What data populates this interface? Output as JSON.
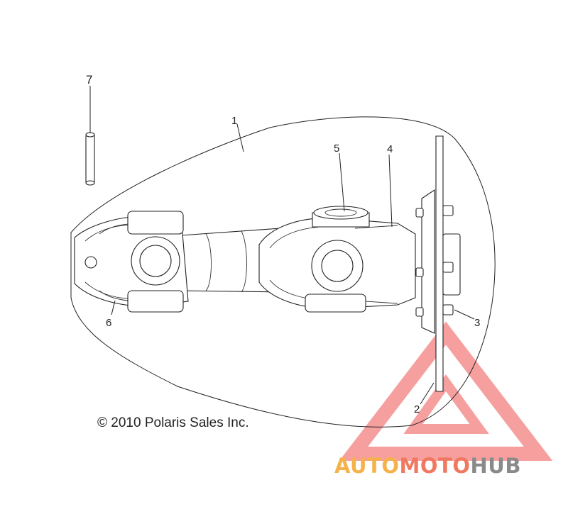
{
  "diagram": {
    "callouts": [
      {
        "id": "callout-1",
        "label": "1"
      },
      {
        "id": "callout-2",
        "label": "2"
      },
      {
        "id": "callout-3",
        "label": "3"
      },
      {
        "id": "callout-4",
        "label": "4"
      },
      {
        "id": "callout-5",
        "label": "5"
      },
      {
        "id": "callout-6",
        "label": "6"
      },
      {
        "id": "callout-7",
        "label": "7"
      }
    ],
    "copyright": "© 2010 Polaris Sales Inc."
  },
  "watermark": {
    "part1": "AUTO",
    "part2": "MOTO",
    "part3": "HUB",
    "colors": {
      "auto": "#F5B24A",
      "moto": "#F07860",
      "hub": "#8A8A8A",
      "triangle": "#F47F7F"
    }
  }
}
